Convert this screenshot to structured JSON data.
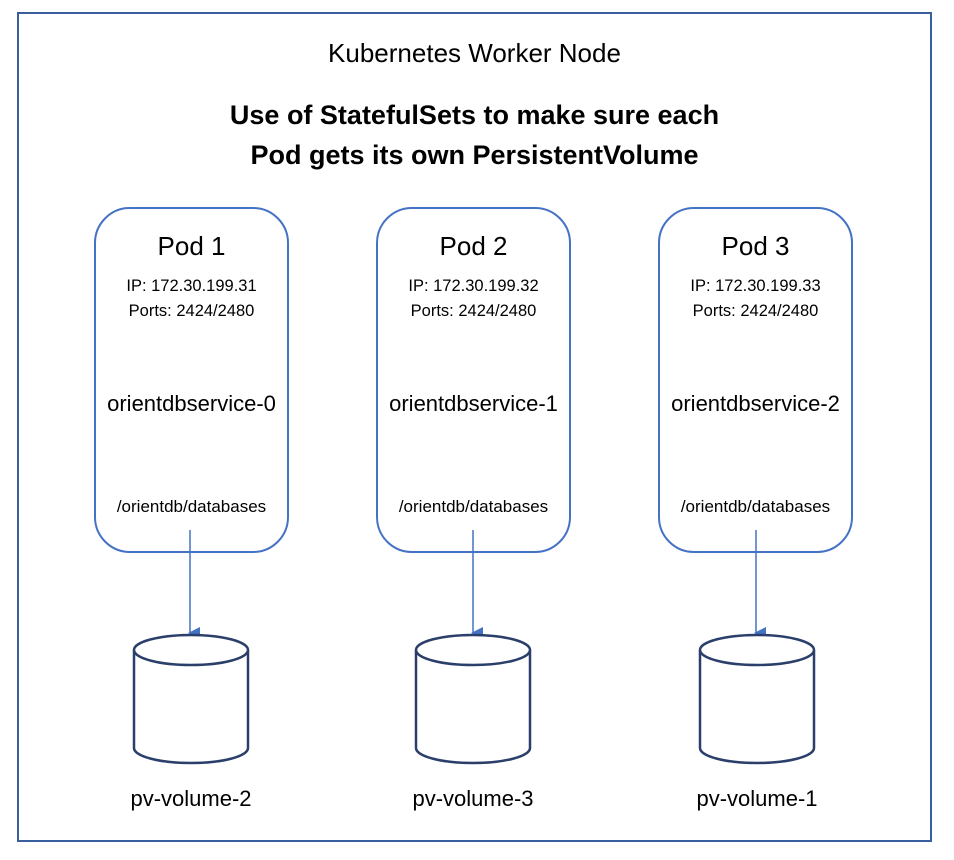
{
  "node_title": "Kubernetes Worker Node",
  "main_title": {
    "line1": "Use of StatefulSets to make sure each",
    "line2": "Pod gets its own PersistentVolume"
  },
  "pods": [
    {
      "label": "Pod 1",
      "ip": "IP: 172.30.199.31",
      "ports": "Ports: 2424/2480",
      "service": "orientdbservice-0",
      "mount": "/orientdb/databases"
    },
    {
      "label": "Pod 2",
      "ip": "IP: 172.30.199.32",
      "ports": "Ports: 2424/2480",
      "service": "orientdbservice-1",
      "mount": "/orientdb/databases"
    },
    {
      "label": "Pod 3",
      "ip": "IP: 172.30.199.33",
      "ports": "Ports: 2424/2480",
      "service": "orientdbservice-2",
      "mount": "/orientdb/databases"
    }
  ],
  "volumes": [
    {
      "label": "pv-volume-2"
    },
    {
      "label": "pv-volume-3"
    },
    {
      "label": "pv-volume-1"
    }
  ],
  "colors": {
    "frame": "#3a5f9e",
    "pod_border": "#4472c4",
    "arrow": "#4472c4",
    "cylinder": "#2b3f6b"
  }
}
